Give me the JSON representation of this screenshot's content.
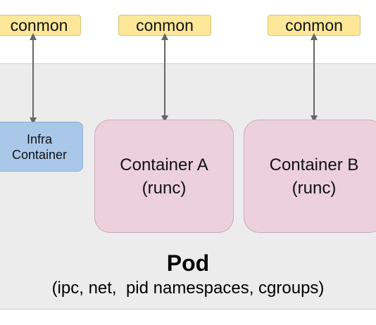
{
  "conmon": [
    {
      "label": "conmon"
    },
    {
      "label": "conmon"
    },
    {
      "label": "conmon"
    }
  ],
  "infra_container": {
    "line1": "Infra",
    "line2": "Container"
  },
  "container_a": {
    "name": "Container A",
    "runtime": "(runc)"
  },
  "container_b": {
    "name": "Container B",
    "runtime": "(runc)"
  },
  "pod": {
    "title": "Pod",
    "subtitle": "(ipc, net,  pid namespaces, cgroups)"
  },
  "colors": {
    "conmon_fill": "#fde89a",
    "infra_fill": "#a9c8e9",
    "container_fill": "#ecd1dc",
    "pod_background": "#ececec",
    "arrow": "#666666"
  }
}
